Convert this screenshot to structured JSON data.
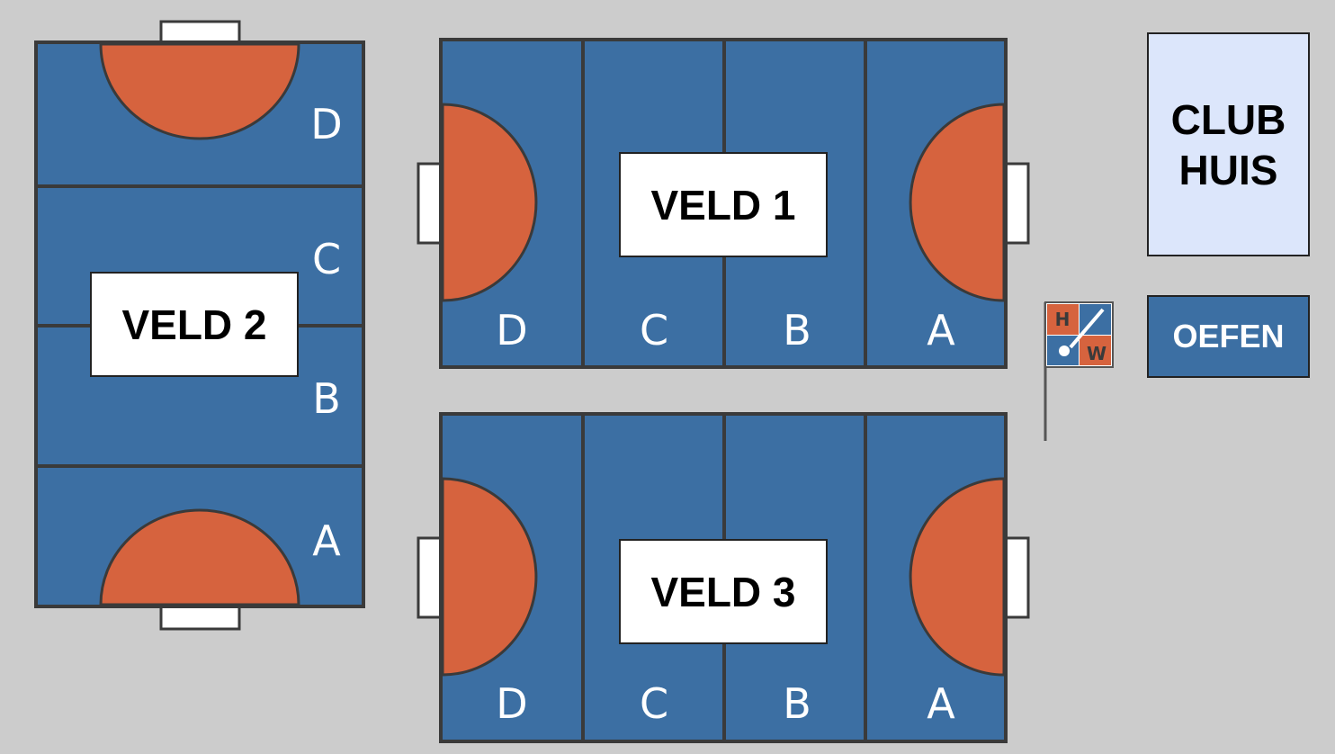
{
  "colors": {
    "background": "#cccccc",
    "pitch": "#3c6fa3",
    "circle": "#d6633e",
    "clubhouse": "#dce6fb",
    "oefen": "#3c6fa3"
  },
  "fields": {
    "veld1": {
      "label": "VELD 1",
      "zones": [
        "D",
        "C",
        "B",
        "A"
      ]
    },
    "veld2": {
      "label": "VELD 2",
      "zones": [
        "D",
        "C",
        "B",
        "A"
      ]
    },
    "veld3": {
      "label": "VELD 3",
      "zones": [
        "D",
        "C",
        "B",
        "A"
      ]
    }
  },
  "clubhouse": {
    "line1": "CLUB",
    "line2": "HUIS"
  },
  "oefen": {
    "label": "OEFEN"
  },
  "flag": {
    "letter_top": "H",
    "letter_bottom": "W",
    "icon": "hockey-stick-icon"
  }
}
